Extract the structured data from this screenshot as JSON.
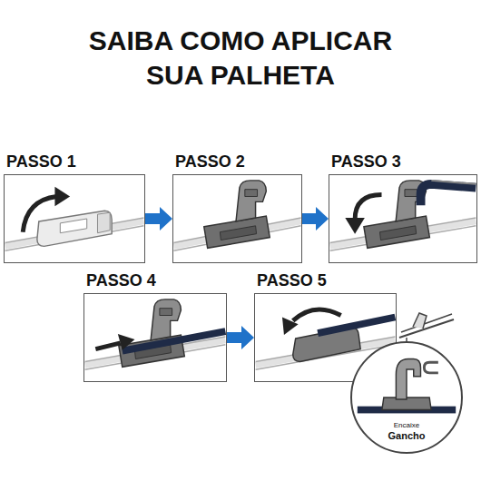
{
  "diagram": {
    "title": "SAIBA COMO APLICAR SUA PALHETA",
    "nodes": [
      {
        "text": [
          "PASSO 1"
        ]
      },
      {
        "text": [
          "PASSO 2"
        ]
      },
      {
        "text": [
          "PASSO 3"
        ]
      },
      {
        "text": [
          "PASSO 4"
        ]
      },
      {
        "text": [
          "PASSO 5"
        ]
      },
      {
        "text": [
          "Encaixe",
          "Gancho"
        ]
      }
    ],
    "edges": [
      {
        "from": 0,
        "to": 1,
        "arrow": "to"
      },
      {
        "from": 1,
        "to": 2,
        "arrow": "to"
      },
      {
        "from": 3,
        "to": 4,
        "arrow": "to"
      }
    ]
  }
}
